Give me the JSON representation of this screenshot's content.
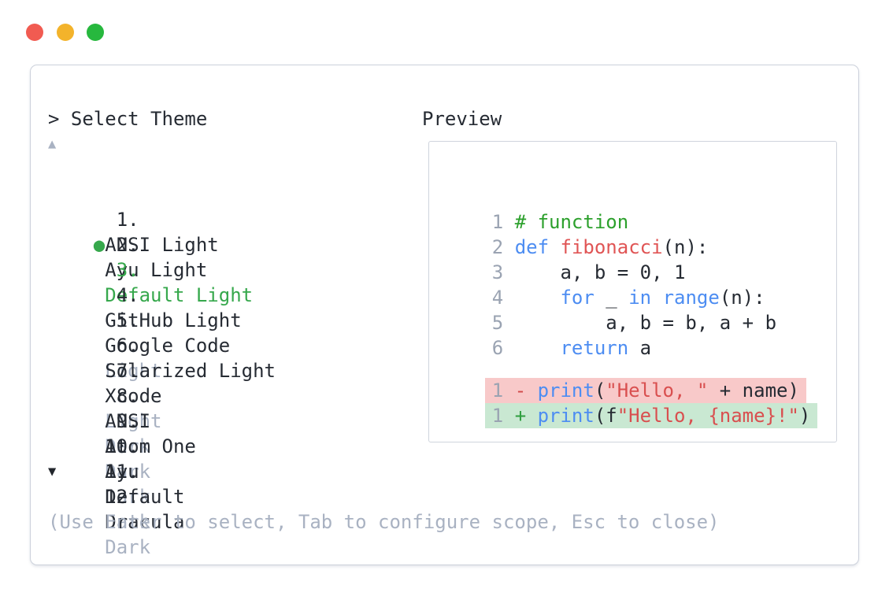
{
  "colors": {
    "accent_red": "#f15b51",
    "accent_yellow": "#f3b32b",
    "accent_green": "#27b83e",
    "panel_border": "#ccd1db",
    "preview_border": "#cfd4dd",
    "text_dark": "#262b33",
    "dim_gray": "#a9b2c2",
    "line_number_gray": "#9aa3b2",
    "selected_green": "#36a84c",
    "comment_green": "#2ca02c",
    "keyword_blue": "#4d8df2",
    "func_red": "#e05555",
    "string_red": "#d94f4f",
    "diff_minus_red": "#d14b4b",
    "diff_plus_green": "#2f9e3f",
    "diff_red_bg": "#f8c9c9",
    "diff_green_bg": "#c9e8d2",
    "scroll_up_gray": "#a9b2c2",
    "scroll_down_dark": "#22262c"
  },
  "window_controls": {
    "close_label": "close",
    "minimize_label": "minimize",
    "zoom_label": "zoom"
  },
  "theme_picker": {
    "prompt": "> Select Theme",
    "scroll_up_icon": "▲",
    "scroll_down_icon": "▼",
    "bullet_icon": "●",
    "items": [
      {
        "number": "1.",
        "name": "ANSI Light",
        "suffix": "",
        "selected": false
      },
      {
        "number": "2.",
        "name": "Ayu Light",
        "suffix": "",
        "selected": false
      },
      {
        "number": "3.",
        "name": "Default Light",
        "suffix": "",
        "selected": true
      },
      {
        "number": "4.",
        "name": "GitHub Light",
        "suffix": "",
        "selected": false
      },
      {
        "number": "5.",
        "name": "Google Code",
        "suffix": "Light",
        "selected": false
      },
      {
        "number": "6.",
        "name": "Solarized Light",
        "suffix": "",
        "selected": false
      },
      {
        "number": "7.",
        "name": "Xcode",
        "suffix": "Light",
        "selected": false
      },
      {
        "number": "8.",
        "name": "ANSI",
        "suffix": "Dark",
        "selected": false
      },
      {
        "number": "9.",
        "name": "Atom One",
        "suffix": "Dark",
        "selected": false
      },
      {
        "number": "10.",
        "name": "Ayu",
        "suffix": "Dark",
        "selected": false
      },
      {
        "number": "11.",
        "name": "Default",
        "suffix": "Dark",
        "selected": false
      },
      {
        "number": "12.",
        "name": "Dracula",
        "suffix": "Dark",
        "selected": false
      }
    ],
    "footer_hint": "(Use Enter to select, Tab to configure scope, Esc to close)"
  },
  "preview": {
    "title": "Preview",
    "code_lines": [
      {
        "number": "1",
        "tokens": [
          {
            "t": "# function",
            "c": "comment"
          }
        ]
      },
      {
        "number": "2",
        "tokens": [
          {
            "t": "def",
            "c": "keyword"
          },
          {
            "t": " ",
            "c": "plain"
          },
          {
            "t": "fibonacci",
            "c": "func"
          },
          {
            "t": "(n):",
            "c": "plain"
          }
        ]
      },
      {
        "number": "3",
        "tokens": [
          {
            "t": "    a, b = 0, 1",
            "c": "plain"
          }
        ]
      },
      {
        "number": "4",
        "tokens": [
          {
            "t": "    ",
            "c": "plain"
          },
          {
            "t": "for",
            "c": "keyword"
          },
          {
            "t": " _ ",
            "c": "plain"
          },
          {
            "t": "in",
            "c": "keyword"
          },
          {
            "t": " ",
            "c": "plain"
          },
          {
            "t": "range",
            "c": "keyword"
          },
          {
            "t": "(n):",
            "c": "plain"
          }
        ]
      },
      {
        "number": "5",
        "tokens": [
          {
            "t": "        a, b = b, a + b",
            "c": "plain"
          }
        ]
      },
      {
        "number": "6",
        "tokens": [
          {
            "t": "    ",
            "c": "plain"
          },
          {
            "t": "return",
            "c": "keyword"
          },
          {
            "t": " a",
            "c": "plain"
          }
        ]
      }
    ],
    "diff_lines": [
      {
        "number": "1",
        "sign": "-",
        "kind": "removed",
        "tokens": [
          {
            "t": "print",
            "c": "keyword"
          },
          {
            "t": "(",
            "c": "plain"
          },
          {
            "t": "\"Hello, \"",
            "c": "string"
          },
          {
            "t": " + name)",
            "c": "plain"
          }
        ]
      },
      {
        "number": "1",
        "sign": "+",
        "kind": "added",
        "tokens": [
          {
            "t": "print",
            "c": "keyword"
          },
          {
            "t": "(f",
            "c": "plain"
          },
          {
            "t": "\"Hello, {name}!\"",
            "c": "string"
          },
          {
            "t": ")",
            "c": "plain"
          }
        ]
      }
    ]
  }
}
